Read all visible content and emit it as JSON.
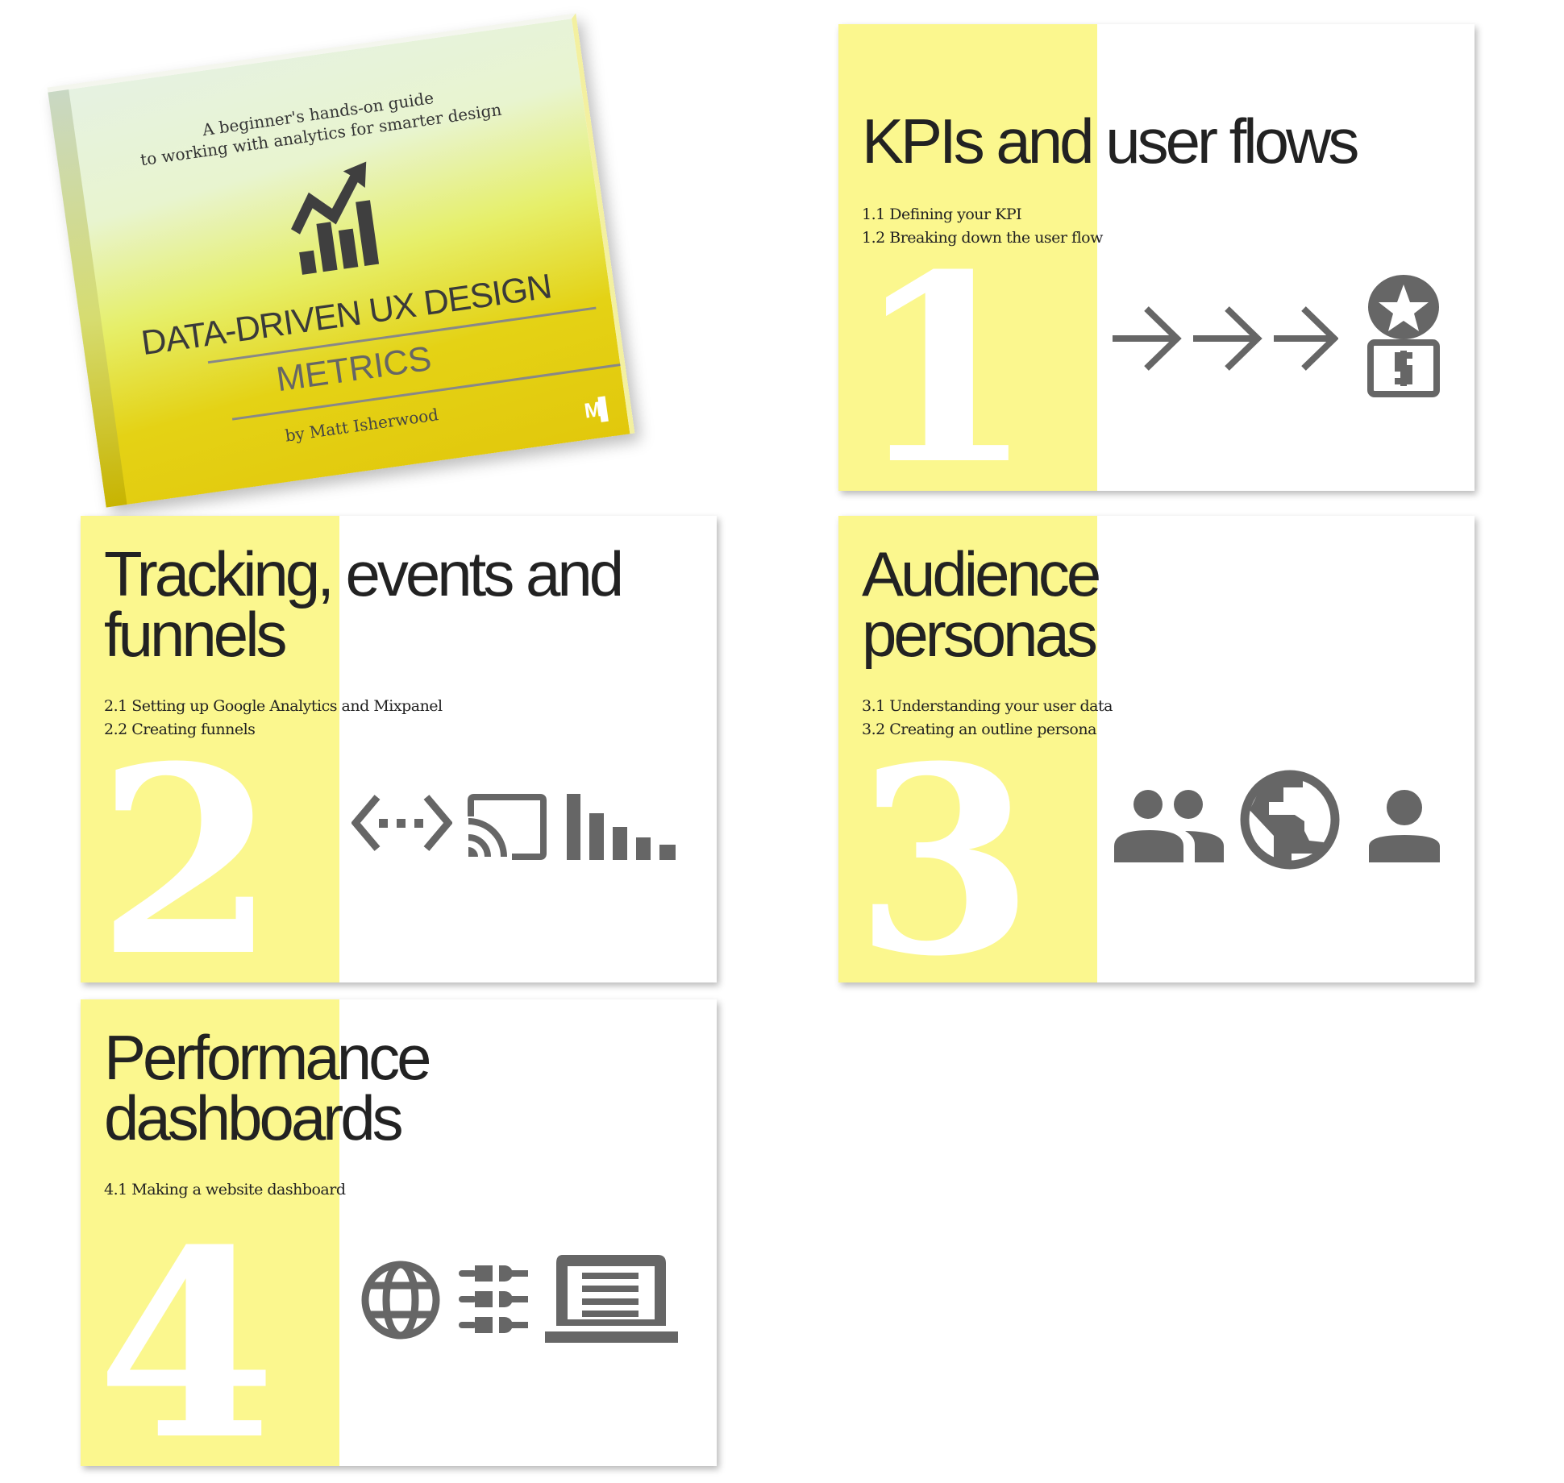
{
  "colors": {
    "band": "#fbf78e",
    "icon": "#666666",
    "title": "#222222"
  },
  "book": {
    "subtitle_line1": "A beginner's hands-on guide",
    "subtitle_line2": "to working with analytics for smarter design",
    "title": "DATA-DRIVEN UX DESIGN",
    "subtitle": "METRICS",
    "author": "by Matt Isherwood",
    "logo": "MI",
    "icon": "trending-up-chart-icon"
  },
  "chapters": [
    {
      "number": "1",
      "title_lines": [
        "KPIs and user flows"
      ],
      "sections": [
        "1.1 Defining your KPI",
        "1.2 Breaking down the user flow"
      ],
      "icons": [
        "arrow-right-icon",
        "arrow-right-icon",
        "arrow-right-icon",
        "reward-badge-icon"
      ]
    },
    {
      "number": "2",
      "title_lines": [
        "Tracking, events and",
        "funnels"
      ],
      "sections": [
        "2.1 Setting up Google Analytics and Mixpanel",
        "2.2 Creating funnels"
      ],
      "icons": [
        "code-dots-icon",
        "cast-icon",
        "bar-chart-icon"
      ]
    },
    {
      "number": "3",
      "title_lines": [
        "Audience",
        "personas"
      ],
      "sections": [
        "3.1 Understanding your user data",
        "3.2 Creating an outline persona"
      ],
      "icons": [
        "people-icon",
        "earth-icon",
        "person-icon"
      ]
    },
    {
      "number": "4",
      "title_lines": [
        "Performance",
        "dashboards"
      ],
      "sections": [
        "4.1 Making a website dashboard"
      ],
      "icons": [
        "globe-icon",
        "plugs-icon",
        "laptop-icon"
      ]
    }
  ]
}
